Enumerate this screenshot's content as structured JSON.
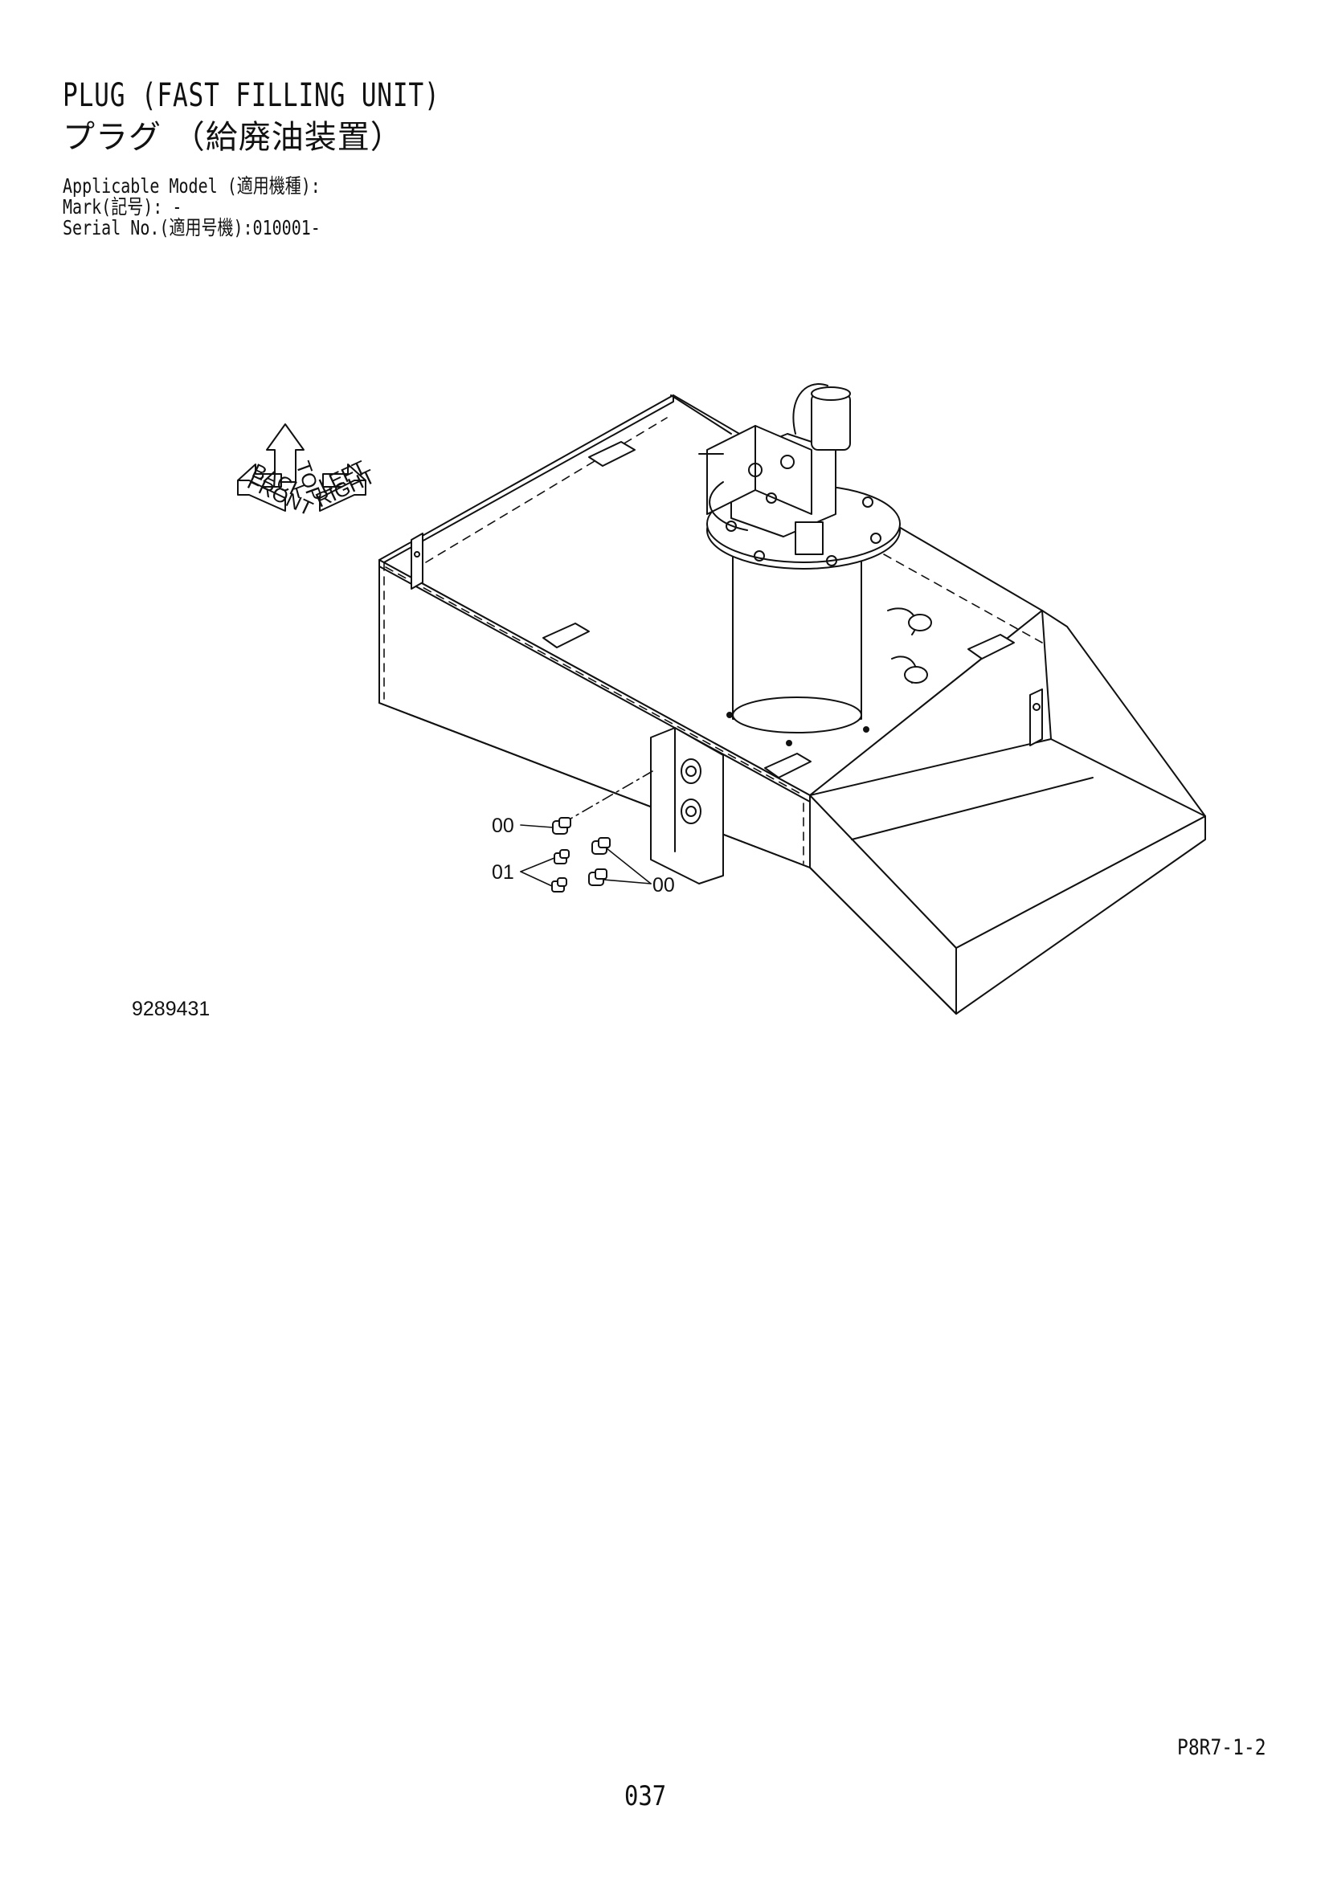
{
  "header": {
    "title_en": "PLUG (FAST FILLING UNIT)",
    "title_jp": "プラグ （給廃油装置）"
  },
  "info": {
    "model_line": "Applicable Model (適用機種):",
    "mark_line": "Mark(記号): -",
    "serial_line": "Serial No.(適用号機):010001-"
  },
  "orientation": {
    "top": "TOP",
    "front": "FRONT",
    "right": "RIGHT",
    "back": "BACK",
    "left": "LEFT"
  },
  "callouts": {
    "c1": "00",
    "c2": "01",
    "c3": "00"
  },
  "drawing_number": "9289431",
  "sheet_code": "P8R7-1-2",
  "page_number": "037"
}
